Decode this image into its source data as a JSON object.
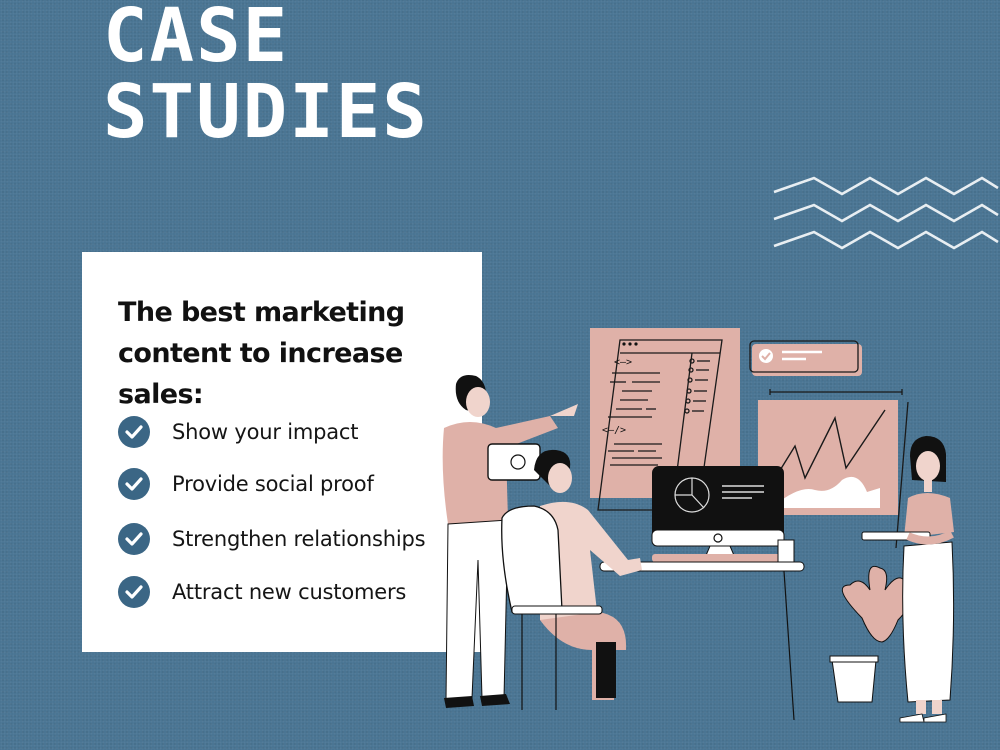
{
  "header": {
    "title_line1": "CASE",
    "title_line2": "STUDIES"
  },
  "card": {
    "heading": "The best marketing content to increase sales:",
    "items": [
      {
        "icon": "check-circle-icon",
        "label": "Show your impact"
      },
      {
        "icon": "check-circle-icon",
        "label": "Provide social proof"
      },
      {
        "icon": "check-circle-icon",
        "label": "Strengthen relationships"
      },
      {
        "icon": "check-circle-icon",
        "label": "Attract new customers"
      }
    ]
  },
  "illustration": {
    "code_tags": [
      "<—>",
      "<—/>"
    ],
    "description": "office-team-with-dashboards"
  },
  "colors": {
    "background": "#4a7593",
    "card": "#ffffff",
    "accent_check": "#3b6685",
    "pink": "#dfb1a8",
    "dark": "#111111"
  }
}
